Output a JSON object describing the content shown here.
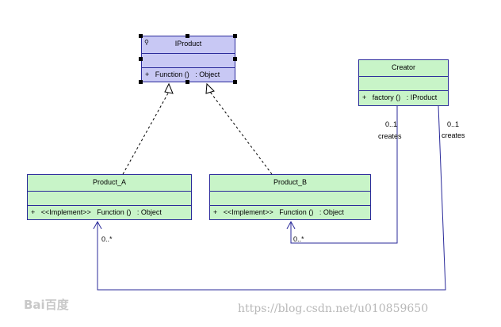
{
  "classes": {
    "iproduct": {
      "name": "IProduct",
      "operation": "+   Function ()   : Object"
    },
    "creator": {
      "name": "Creator",
      "operation": "+   factory ()   : IProduct"
    },
    "product_a": {
      "name": "Product_A",
      "operation": "+   <<Implement>>   Function ()   : Object"
    },
    "product_b": {
      "name": "Product_B",
      "operation": "+   <<Implement>>   Function ()   : Object"
    }
  },
  "associations": {
    "creates_b": {
      "source_multiplicity": "0..1",
      "label": "creates",
      "target_multiplicity": "0..*"
    },
    "creates_a": {
      "source_multiplicity": "0..1",
      "label": "creates",
      "target_multiplicity": "0..*"
    }
  },
  "watermark": {
    "logo": "Bai百度",
    "url": "https://blog.csdn.net/u010859650"
  },
  "colors": {
    "interface_fill": "#c8c8f4",
    "class_fill": "#c8f4c8",
    "border": "#2a2a9a"
  },
  "icons": {
    "interface_marker": "interface-key-icon"
  }
}
